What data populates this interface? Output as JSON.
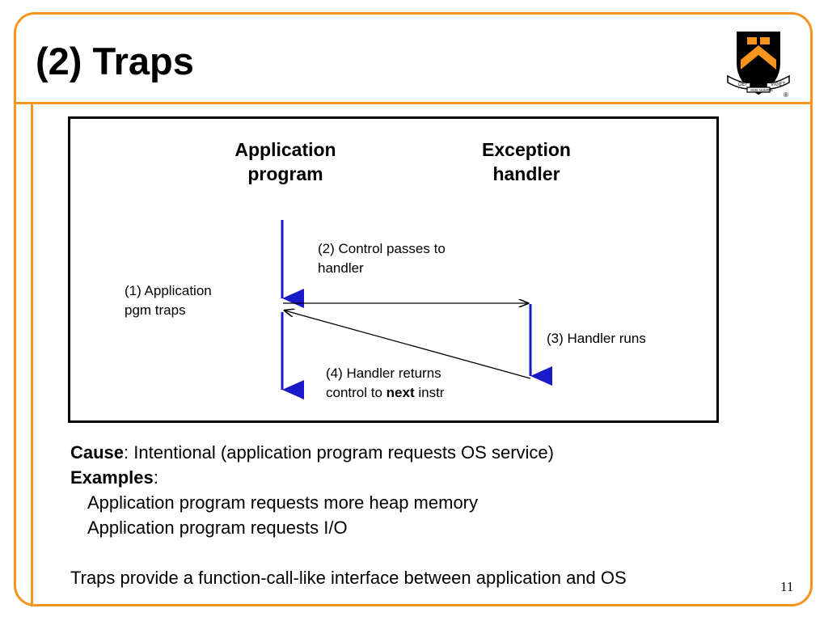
{
  "slide": {
    "title": "(2) Traps",
    "page_number": "11",
    "accent_color": "#f7941d"
  },
  "logo": {
    "icon": "princeton-shield-icon",
    "motto_left": "DEI",
    "motto_center": "SUB NUMINE",
    "motto_right": "VIGET",
    "registered_mark": "®"
  },
  "diagram": {
    "app_header": "Application\nprogram",
    "handler_header": "Exception\nhandler",
    "step1": "(1) Application\npgm traps",
    "step2": "(2) Control passes to\nhandler",
    "step3": "(3) Handler runs",
    "step4_prefix": "(4) Handler returns\ncontrol to ",
    "step4_bold": "next",
    "step4_suffix": " instr",
    "arrow_color": "#1a1ac8"
  },
  "body": {
    "cause_label": "Cause",
    "cause_text": ":  Intentional (application program requests OS service)",
    "examples_label": "Examples",
    "examples_colon": ":",
    "example1": "Application program requests more heap memory",
    "example2": "Application program requests I/O",
    "summary": "Traps provide a function-call-like interface between application and OS"
  }
}
